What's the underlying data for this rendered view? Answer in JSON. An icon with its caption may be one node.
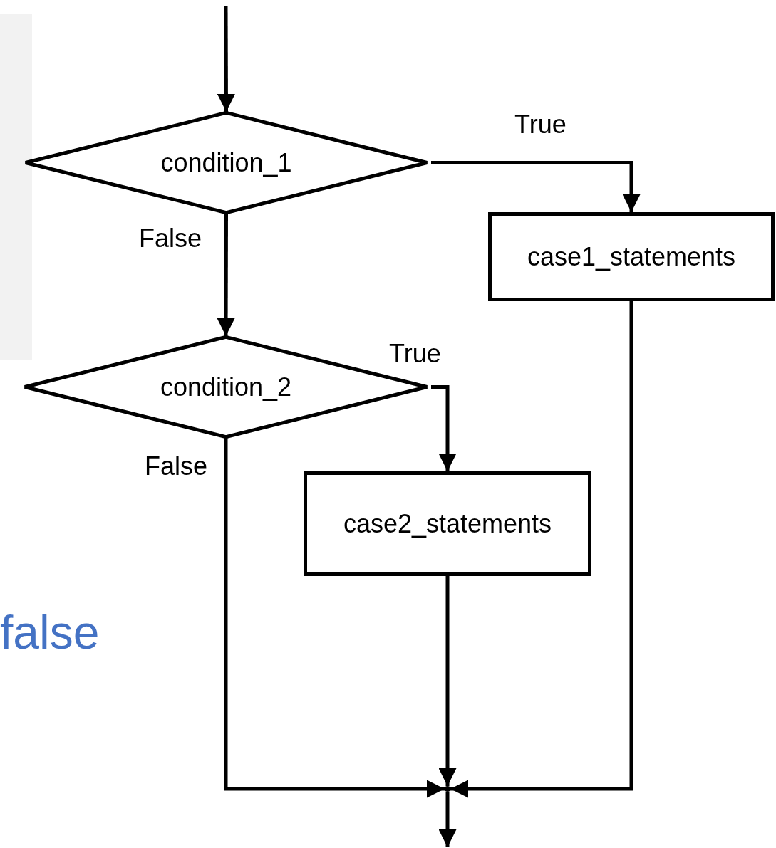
{
  "diagram": {
    "nodes": [
      {
        "text": [
          "condition_1"
        ]
      },
      {
        "text": [
          "case1_statements"
        ]
      },
      {
        "text": [
          "condition_2"
        ]
      },
      {
        "text": [
          "case2_statements"
        ]
      },
      {
        "text": [],
        "shape": "point"
      }
    ],
    "edges": [
      {
        "from": null,
        "to": 0,
        "arrow": "to"
      },
      {
        "from": 0,
        "to": 1,
        "arrow": "to",
        "label": "True"
      },
      {
        "from": 0,
        "to": 2,
        "arrow": "to",
        "label": "False"
      },
      {
        "from": 2,
        "to": 3,
        "arrow": "to",
        "label": "True"
      },
      {
        "from": 2,
        "to": 4,
        "arrow": "to",
        "label": "False"
      },
      {
        "from": 3,
        "to": 4,
        "arrow": "to"
      },
      {
        "from": 1,
        "to": 4,
        "arrow": "to"
      },
      {
        "from": 4,
        "to": null,
        "arrow": "to"
      }
    ],
    "labels": [
      "false"
    ]
  }
}
